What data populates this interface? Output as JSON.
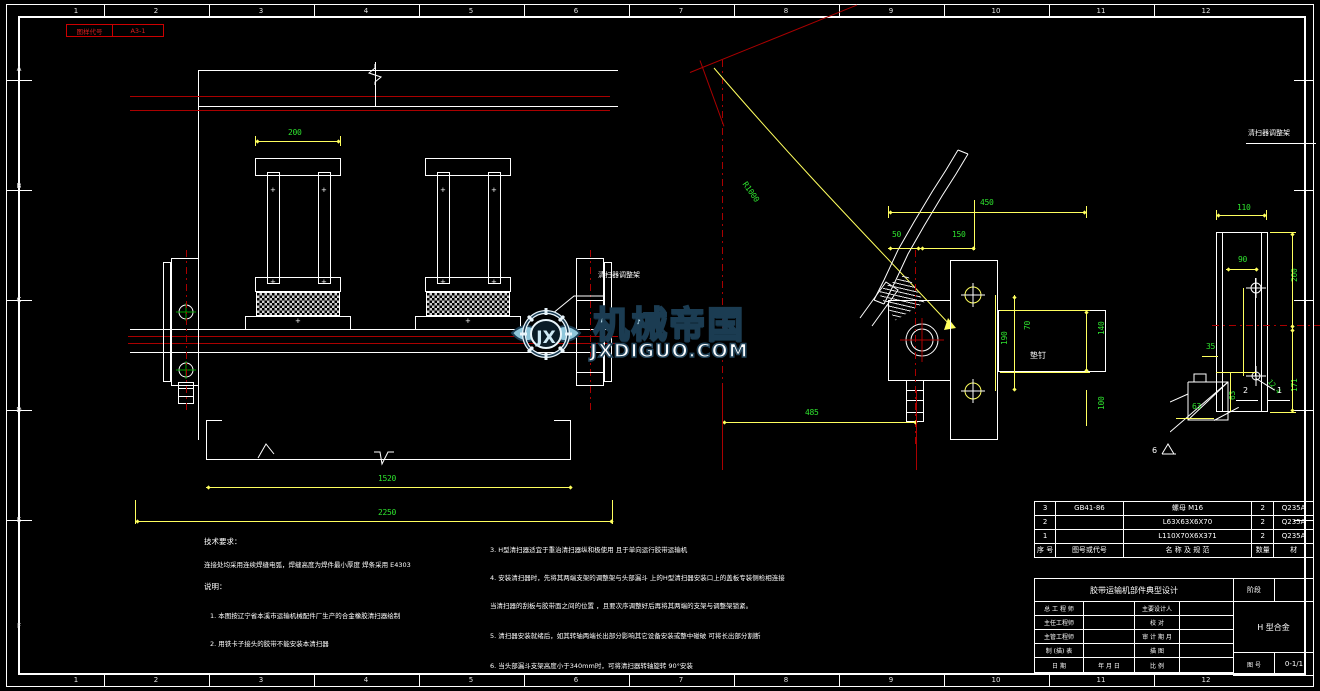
{
  "sheet": {
    "zone_letters": [
      "A",
      "B",
      "C",
      "D",
      "E",
      "F"
    ],
    "zone_numbers": [
      "1",
      "2",
      "3",
      "4",
      "5",
      "6",
      "7",
      "8",
      "9",
      "10",
      "11",
      "12"
    ],
    "code_box": {
      "label": "图样代号",
      "value": "A3-1"
    }
  },
  "watermark": {
    "chinese": "机械帝国",
    "english": "JXDIGUO.COM",
    "monogram": "JX"
  },
  "dimensions": {
    "top_width": "200",
    "inner_span": "1520",
    "overall_span": "2250",
    "radius": "R1000",
    "side_total": "450",
    "side_a": "50",
    "side_b": "150",
    "side_height": "140",
    "side_v1": "70",
    "side_v2": "190",
    "side_v3": "100",
    "base_span": "485",
    "detail_width": "110",
    "detail_b": "90",
    "detail_height": "200",
    "detail_h2": "171",
    "detail_small": "35",
    "detail_s2": "63",
    "detail_s3": "63",
    "detail_angle": "12.4"
  },
  "annotations": {
    "adjuster_main": "清扫器调整架",
    "adjuster_right": "清扫器调整架",
    "shim": "垫钉",
    "part_1": "1",
    "part_2": "2",
    "part_6": "6"
  },
  "tech_notes": {
    "heading": "技术要求：",
    "line1": "连接处均采用连续焊缝电弧，焊缝高度为焊件最小厚度 焊条采用 E4303",
    "subheading": "说明：",
    "items": [
      "1. 本图按辽宁省本溪市运输机械配件厂生产的合金橡胶清扫器绘制",
      "2. 用铁卡子接头的胶带不能安装本清扫器",
      "3. H型清扫器适宜于重治清扫器纵和极使用 且于单向运行胶带运输机",
      "4. 安装清扫器时，先将其两端支架的调整架与头部漏斗     上的H型清扫器安装口上的盖板专装侧检相连接",
      "    当清扫器的刮板与胶带面之间的位置 ，且要次序调整好后再将其两端的支架与调整架锁紧。",
      "5. 清扫器安装就绪后，如其转轴两端长出部分影响其它设备安装或整中碰破 可将长出部分割断",
      "6. 当头部漏斗支架高度小于340mm时，可将清扫器转轴旋转 90°安装"
    ]
  },
  "bom": {
    "rows": [
      {
        "no": "3",
        "code": "GB41-86",
        "name": "螺母      M16",
        "qty": "2",
        "material": "Q235A"
      },
      {
        "no": "2",
        "code": "",
        "name": "L63X63X6X70",
        "qty": "2",
        "material": "Q235A"
      },
      {
        "no": "1",
        "code": "",
        "name": "L110X70X6X371",
        "qty": "2",
        "material": "Q235A"
      }
    ],
    "headers": {
      "no": "序 号",
      "code": "图号或代号",
      "name": "名   称   及   规   范",
      "qty": "数量",
      "material": "材"
    }
  },
  "title_block": {
    "project": "胶带运输机部件典型设计",
    "stage_label": "阶段",
    "part_title": "H 型合金",
    "drawing_no_label": "图    号",
    "drawing_no": "0-1/1",
    "left_rows": [
      {
        "label": "总 工 程 师",
        "value": ""
      },
      {
        "label": "主任工程师",
        "value": ""
      },
      {
        "label": "主管工程师",
        "value": ""
      },
      {
        "label": "制 (描) 表",
        "value": ""
      },
      {
        "label": "日        期",
        "value": ""
      }
    ],
    "right_rows": [
      {
        "label": "主要设计人",
        "value": ""
      },
      {
        "label": "校        对",
        "value": ""
      },
      {
        "label": "审 计 期 月",
        "value": ""
      },
      {
        "label": "描        图",
        "value": ""
      },
      {
        "label": "比        例",
        "value": ""
      }
    ],
    "date_label": "年 月 日"
  },
  "colors": {
    "background": "#000000",
    "geometry": "#ffffff",
    "dimension": "#2ee22e",
    "dimension_line": "#ffff5e",
    "centerline": "#aa0000",
    "code_red": "#cc0000"
  }
}
